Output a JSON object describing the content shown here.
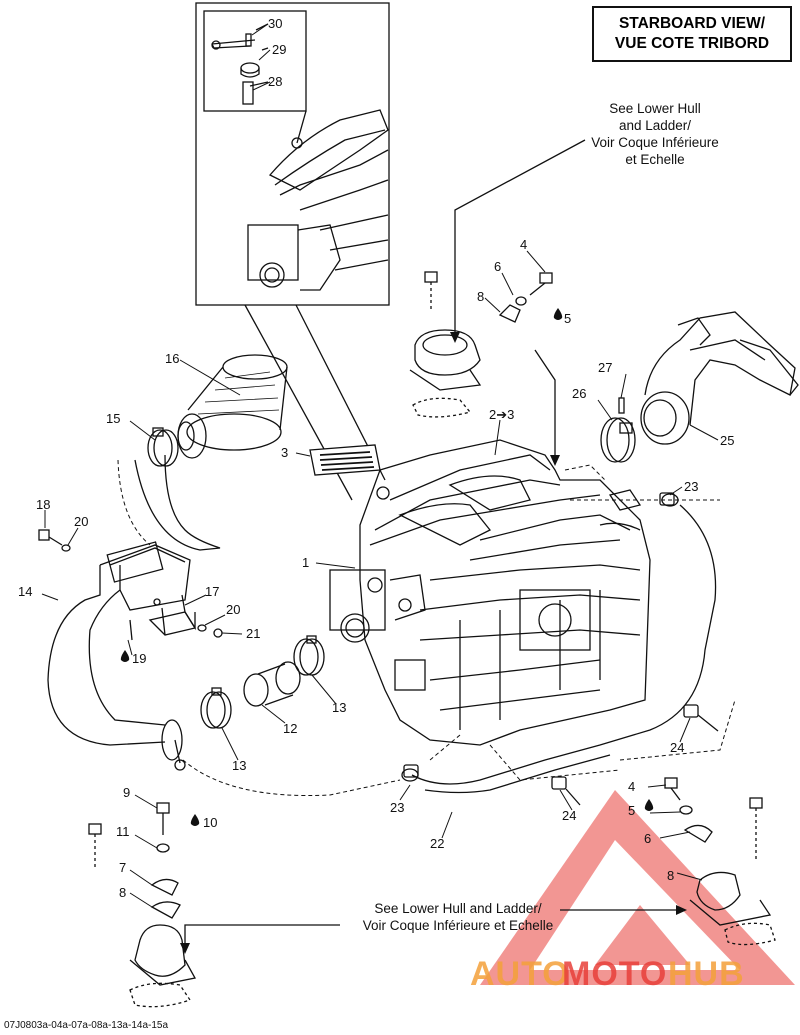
{
  "title": {
    "line1": "STARBOARD VIEW/",
    "line2": "VUE COTE TRIBORD"
  },
  "notes": {
    "top": [
      "See Lower Hull",
      "and Ladder/",
      "Voir Coque Inférieure",
      "et Echelle"
    ],
    "bottom": [
      "See Lower Hull and Ladder/",
      "Voir Coque Inférieure et Echelle"
    ]
  },
  "callouts": {
    "c1": "1",
    "c2": "2➔3",
    "c3": "3",
    "c4a": "4",
    "c4b": "4",
    "c5a": "5",
    "c5b": "5",
    "c6a": "6",
    "c6b": "6",
    "c7": "7",
    "c8a": "8",
    "c8b": "8",
    "c8c": "8",
    "c9": "9",
    "c10": "10",
    "c11": "11",
    "c12": "12",
    "c13a": "13",
    "c13b": "13",
    "c14": "14",
    "c15": "15",
    "c16": "16",
    "c17": "17",
    "c18": "18",
    "c19": "19",
    "c20a": "20",
    "c20b": "20",
    "c21": "21",
    "c22": "22",
    "c23a": "23",
    "c23b": "23",
    "c24a": "24",
    "c24b": "24",
    "c25": "25",
    "c26": "26",
    "c27": "27",
    "c28": "28",
    "c29": "29",
    "c30": "30"
  },
  "reference_code": "07J0803a-04a-07a-08a-13a-14a-15a",
  "watermark": {
    "text": "AUTOMOTOHUB",
    "color_red": "#e8403a",
    "color_orange": "#f4a13a"
  }
}
